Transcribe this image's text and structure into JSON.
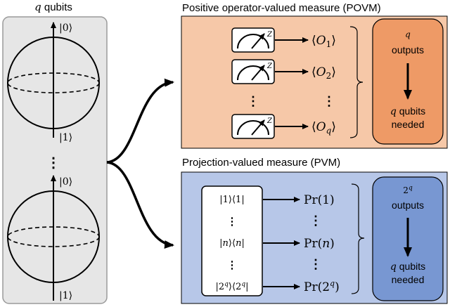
{
  "colors": {
    "qubit_panel_fill": "#e6e6e6",
    "qubit_panel_stroke": "#9a9a9a",
    "povm_fill": "#f6c8a8",
    "povm_inner_fill": "#ee9a66",
    "pvm_fill": "#b7c7e8",
    "pvm_inner_fill": "#7897d2",
    "ink": "#000000"
  },
  "qubits_panel": {
    "title_q": "q",
    "title_rest": " qubits",
    "top_sphere": {
      "ket_top": "|0⟩",
      "ket_bottom": "|1⟩"
    },
    "dots": "⋮",
    "bottom_sphere": {
      "ket_top": "|0⟩",
      "ket_bottom": "|1⟩"
    }
  },
  "povm": {
    "title": "Positive operator-valued measure (POVM)",
    "meter_label": "Z",
    "rows": [
      {
        "op": "O",
        "sub": "1"
      },
      {
        "op": "O",
        "sub": "2"
      },
      {
        "op": "O",
        "sub": "q"
      }
    ],
    "dots_left": "⋮",
    "dots_right": "⋮",
    "summary": {
      "top_q": "q",
      "top_rest": "outputs",
      "bottom_q": "q",
      "bottom_rest": " qubits",
      "bottom_line2": "needed"
    },
    "icon": "meter-icon"
  },
  "pvm": {
    "title": "Projection-valued measure (PVM)",
    "projectors": [
      "|1⟩⟨1|",
      "⋮",
      "|n⟩⟨n|",
      "⋮",
      "|2^q⟩⟨2^q|"
    ],
    "outputs": [
      "Pr(1)",
      "⋮",
      "Pr(n)",
      "⋮",
      "Pr(2^q)"
    ],
    "summary": {
      "top_base": "2",
      "top_exp": "q",
      "top_rest": "outputs",
      "bottom_q": "q",
      "bottom_rest": " qubits",
      "bottom_line2": "needed"
    }
  }
}
